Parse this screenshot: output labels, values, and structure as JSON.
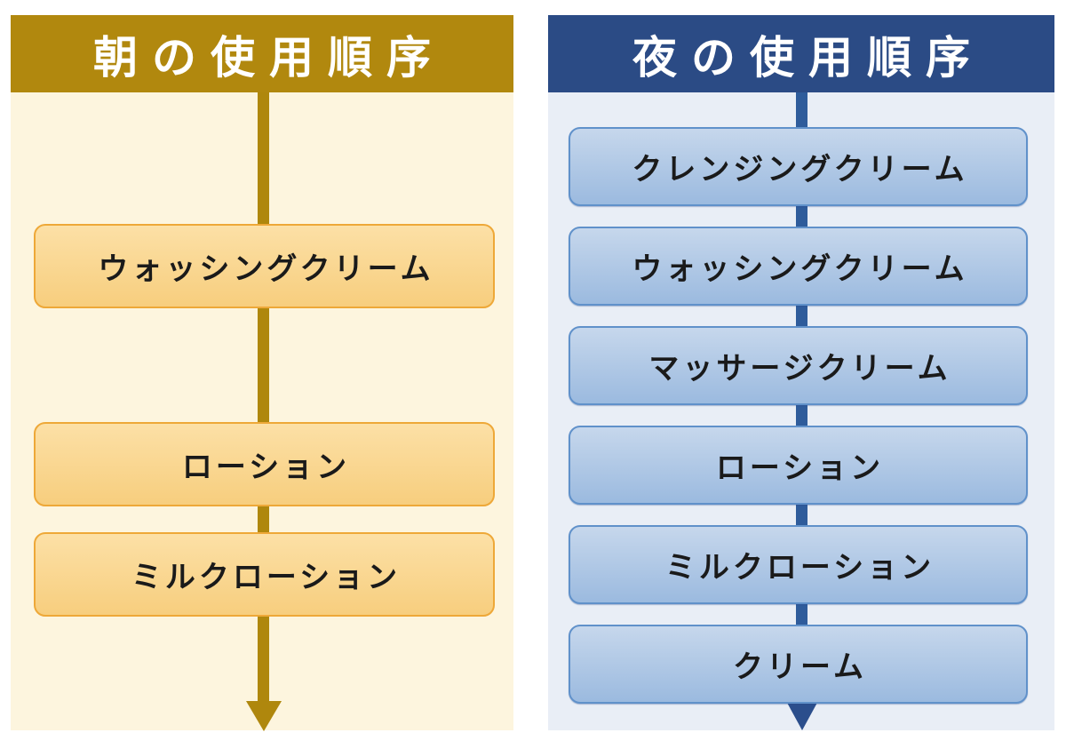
{
  "page": {
    "background": "#FFFFFF"
  },
  "panels": [
    {
      "id": "morning",
      "title": "朝の使用順序",
      "theme": {
        "header_bg": "#B1880E",
        "title_color": "#FFFFFF",
        "body_bg": "#FDF5DE",
        "arrow": "#AF870D",
        "arrow_head": "#AF870D",
        "box_border": "#EEA838",
        "box_fill_top": "#FCE0A6",
        "box_fill_bottom": "#F7CE7E",
        "box_text": "#1A1A1A"
      },
      "steps": [
        "ウォッシングクリーム",
        "ローション",
        "ミルクローション"
      ]
    },
    {
      "id": "night",
      "title": "夜の使用順序",
      "theme": {
        "header_bg": "#2B4B85",
        "title_color": "#FFFFFF",
        "body_bg": "#E9EEF6",
        "arrow": "#2F5C9B",
        "arrow_head": "#2B4E8C",
        "box_border": "#6091CA",
        "box_fill_top": "#C6D7EC",
        "box_fill_bottom": "#9BBADF",
        "box_text": "#1A1A1A"
      },
      "steps": [
        "クレンジングクリーム",
        "ウォッシングクリーム",
        "マッサージクリーム",
        "ローション",
        "ミルクローション",
        "クリーム"
      ]
    }
  ]
}
